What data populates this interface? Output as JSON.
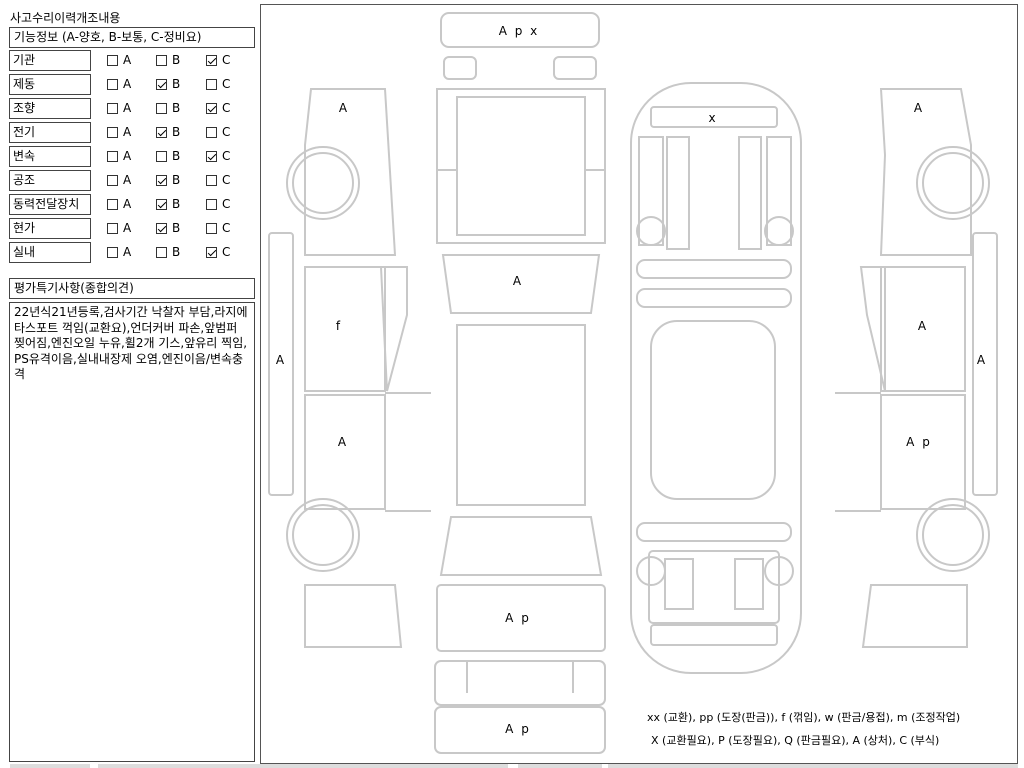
{
  "header": {
    "title": "사고수리이력개조내용"
  },
  "function_info": {
    "label": "기능정보 (A-양호, B-보통, C-정비요)"
  },
  "options": [
    "A",
    "B",
    "C"
  ],
  "rows": [
    {
      "label": "기관",
      "selected": "C"
    },
    {
      "label": "제동",
      "selected": "B"
    },
    {
      "label": "조향",
      "selected": "C"
    },
    {
      "label": "전기",
      "selected": "B"
    },
    {
      "label": "변속",
      "selected": "C"
    },
    {
      "label": "공조",
      "selected": "B"
    },
    {
      "label": "동력전달장치",
      "selected": "B"
    },
    {
      "label": "현가",
      "selected": "B"
    },
    {
      "label": "실내",
      "selected": "C"
    }
  ],
  "evaluation": {
    "title": "평가특기사항(종합의견)",
    "text": "22년식21년등록,검사기간 낙찰자 부담,라지에타스포트 꺽임(교환요),언더커버 파손,앞범퍼 찢어짐,엔진오일 누유,휠2개 기스,앞유리 찍임, PS유격이음,실내내장제 오염,엔진이음/변속충격"
  },
  "diagram_marks": {
    "hood_top": "A p x",
    "roof": "x",
    "left_front_fender": "A",
    "right_front_fender": "A",
    "windshield": "A",
    "left_front_door": "f",
    "left_rear_door": "A",
    "left_side_sill": "A",
    "right_front_door": "A",
    "right_rear_door": "A p",
    "right_side_sill": "A",
    "trunk": "A p",
    "rear_bumper": "A p"
  },
  "legend": {
    "line1": "xx (교환), pp (도장(판금)), f (꺾임), w (판금/용접), m (조정작업)",
    "line2": "X (교환필요), P (도장필요), Q (판금필요), A (상처), C (부식)"
  }
}
